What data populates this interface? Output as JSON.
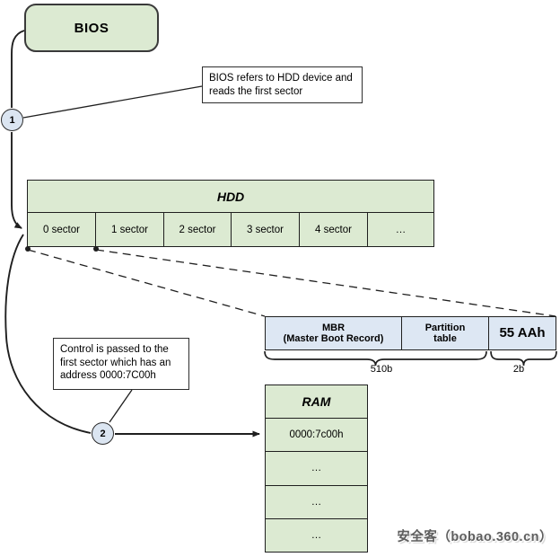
{
  "colors": {
    "green_fill": "#dcead2",
    "blue_fill": "#dde7f3",
    "circle_fill": "#dbe5f1",
    "line": "#1f1f1f",
    "watermark_gray": "#5e5e5e"
  },
  "bios": {
    "label": "BIOS"
  },
  "steps": {
    "one": "1",
    "two": "2"
  },
  "annotations": {
    "step1": "BIOS refers to HDD device and reads the first sector",
    "step2": "Control is passed to the first sector which has an address 0000:7C00h"
  },
  "hdd": {
    "title": "HDD",
    "cells": [
      "0 sector",
      "1 sector",
      "2 sector",
      "3 sector",
      "4 sector",
      "…"
    ]
  },
  "mbr": {
    "cell1_line1": "MBR",
    "cell1_line2": "(Master Boot Record)",
    "cell2": "Partition table",
    "cell3": "55 AAh",
    "size_main": "510b",
    "size_signature": "2b"
  },
  "ram": {
    "title": "RAM",
    "rows": [
      "0000:7c00h",
      "…",
      "…",
      "…"
    ]
  },
  "watermark": "安全客（bobao.360.cn）"
}
